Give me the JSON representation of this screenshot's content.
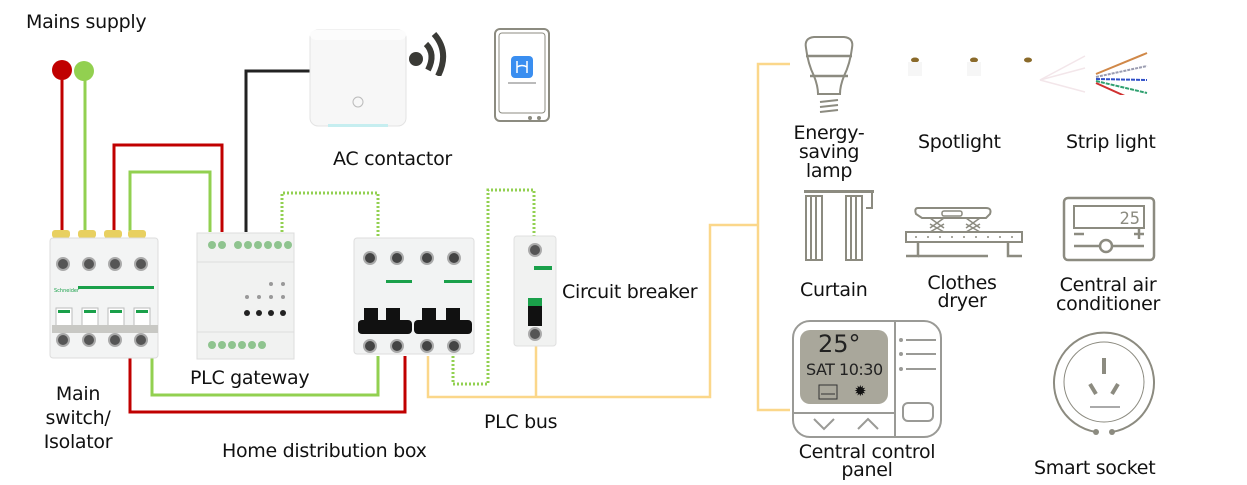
{
  "labels": {
    "mains_supply": "Mains supply",
    "main_switch": [
      "Main",
      "switch/",
      "Isolator"
    ],
    "plc_gateway": "PLC gateway",
    "home_distribution_box": "Home distribution box",
    "ac_contactor": "AC contactor",
    "circuit_breaker": "Circuit breaker",
    "plc_bus": "PLC bus"
  },
  "devices": {
    "energy_saving_lamp": [
      "Energy-",
      "saving",
      "lamp"
    ],
    "spotlight": "Spotlight",
    "strip_light": "Strip light",
    "curtain": "Curtain",
    "clothes_dryer": [
      "Clothes",
      "dryer"
    ],
    "central_air_conditioner": [
      "Central air",
      "conditioner"
    ],
    "air_conditioner_display": "25",
    "central_control_panel": [
      "Central control",
      "panel"
    ],
    "panel_temperature": "25°",
    "panel_time": "SAT 10:30",
    "smart_socket": "Smart socket"
  },
  "colors": {
    "live": "#c00000",
    "neutral": "#92d050",
    "signal": "#222222",
    "plc_bus": "#fbd78a",
    "icon_gray": "#8c8b80",
    "panel_screen": "#a9a79b"
  }
}
